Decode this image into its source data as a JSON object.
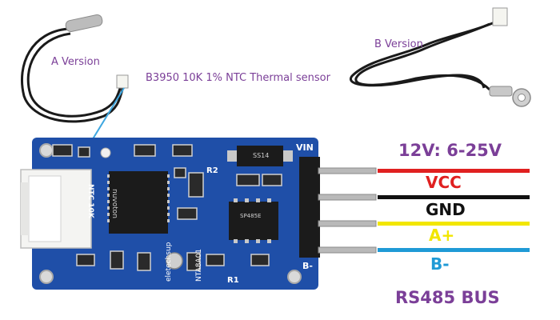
{
  "labels": {
    "a_version": "A Version",
    "b_version": "B Version",
    "sensor": "B3950 10K 1% NTC Thermal sensor",
    "voltage": "12V: 6-25V",
    "vcc": "VCC",
    "gnd": "GND",
    "a_plus": "A+",
    "b_minus": "B-",
    "bus": "RS485 BUS"
  },
  "board": {
    "vin": "VIN",
    "r2": "R2",
    "r1": "R1",
    "chip_brand": "nuvoton",
    "ic2_text": "SP485E",
    "regulator_text": "SS14",
    "brand": "eletechsup",
    "model": "NTA8A01",
    "ntc_text": "NTC 10K",
    "b_pin": "B-"
  },
  "colors": {
    "label_purple": "#7b3f98",
    "pcb_blue": "#1f4fa8",
    "vcc_red": "#e02020",
    "gnd_black": "#111111",
    "a_yellow": "#f2e600",
    "b_blue": "#1f9ad6",
    "cable_black": "#1a1a1a"
  }
}
